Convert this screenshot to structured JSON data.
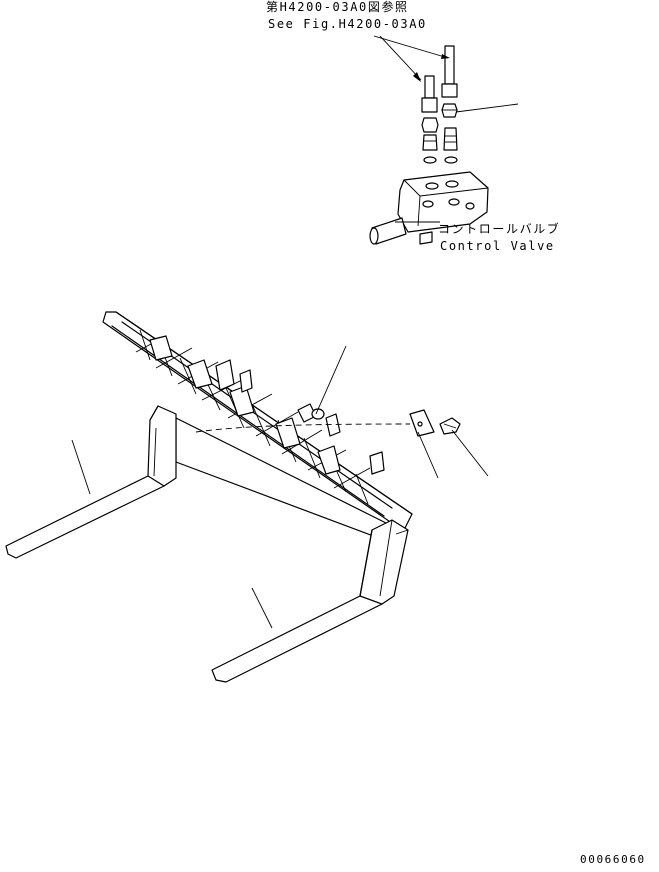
{
  "reference": {
    "japanese": "第H4200-03A0図参照",
    "english": "See Fig.H4200-03A0"
  },
  "control_valve": {
    "japanese": "コントロールバルブ",
    "english": "Control Valve"
  },
  "figure_code": "00066060"
}
